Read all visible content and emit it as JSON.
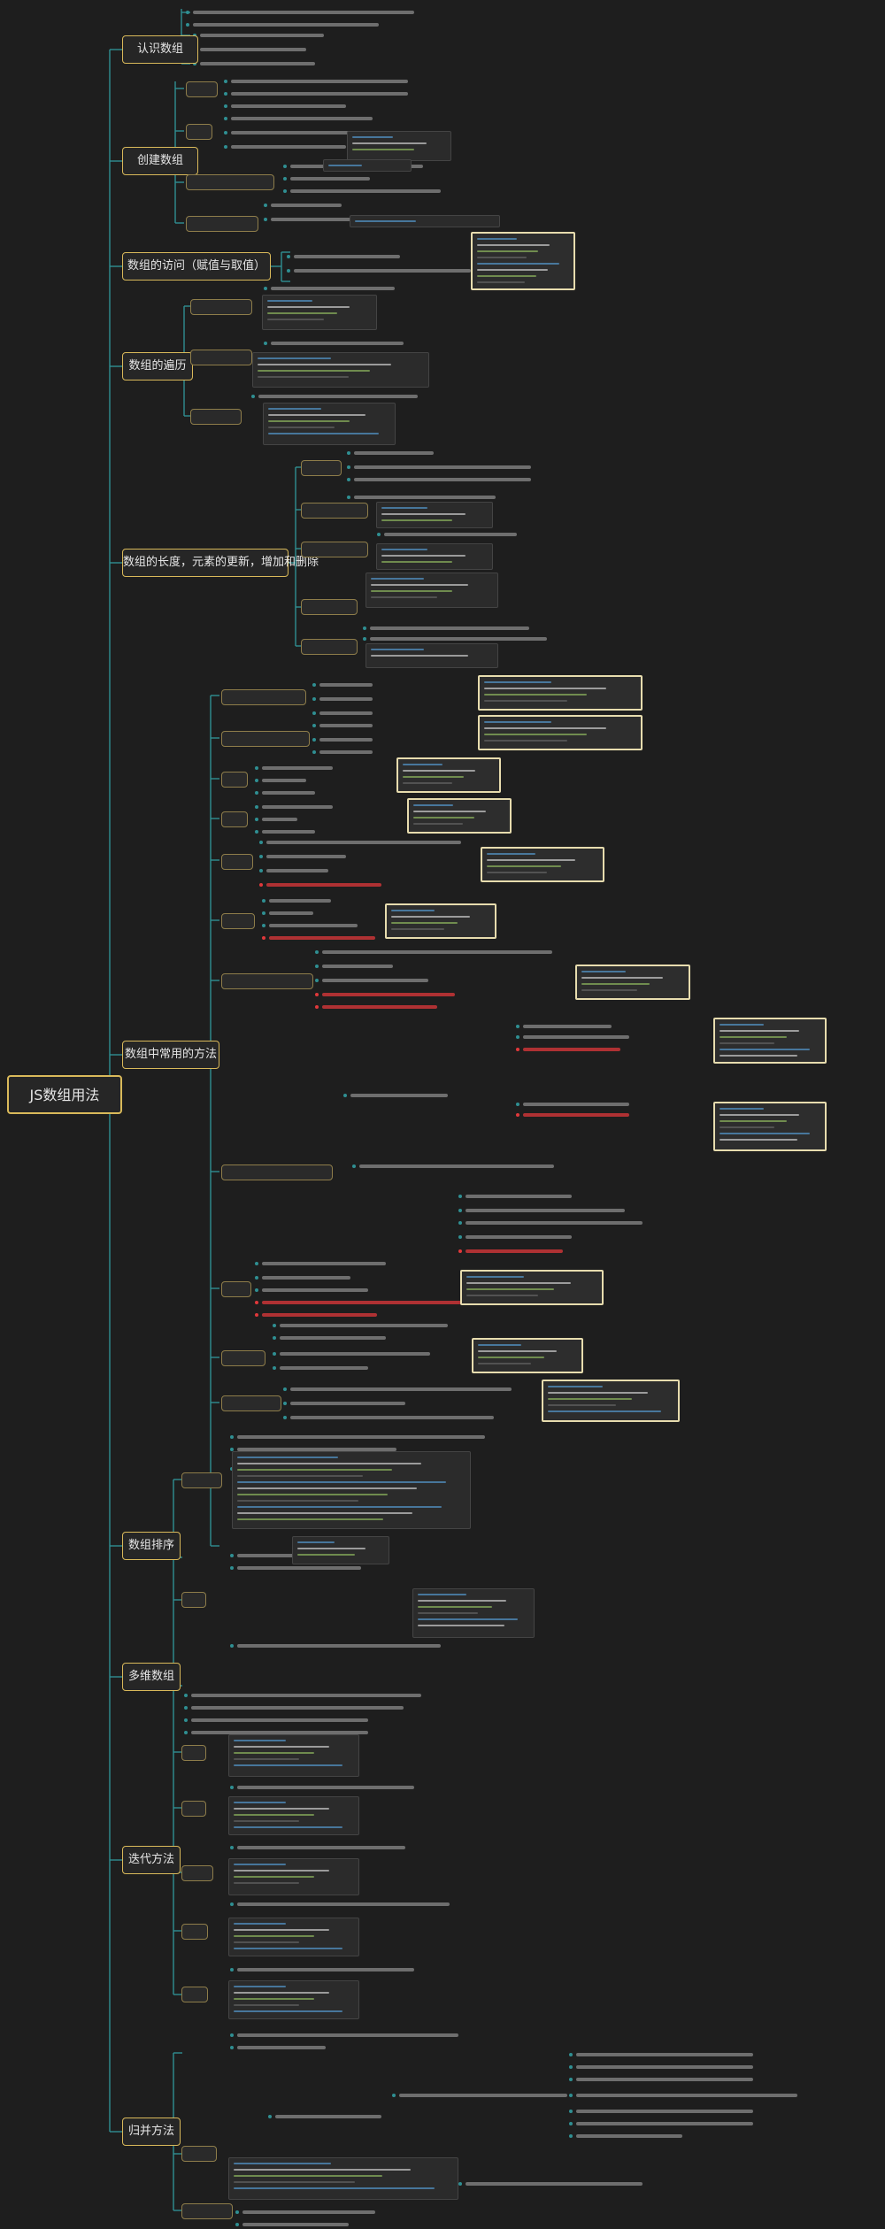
{
  "map": {
    "root": {
      "label": "JS数组用法"
    },
    "branches": [
      {
        "label": "认识数组"
      },
      {
        "label": "创建数组"
      },
      {
        "label": "数组的访问（赋值与取值）"
      },
      {
        "label": "数组的遍历"
      },
      {
        "label": "数组的长度，元素的更新，增加和删除"
      },
      {
        "label": "数组中常用的方法"
      },
      {
        "label": "数组排序"
      },
      {
        "label": "多维数组"
      },
      {
        "label": "迭代方法"
      },
      {
        "label": "归并方法"
      }
    ]
  },
  "colors": {
    "background": "#1e1e1e",
    "branch_stroke": "#d9b95a",
    "connector": "#2f8f92",
    "text": "#e6e6e6",
    "warning": "#e0383b",
    "code_border_highlight": "#e7dcae",
    "code_keyword": "#5aa9e6",
    "code_string": "#9ccc65",
    "code_comment": "#6a6a6a"
  }
}
